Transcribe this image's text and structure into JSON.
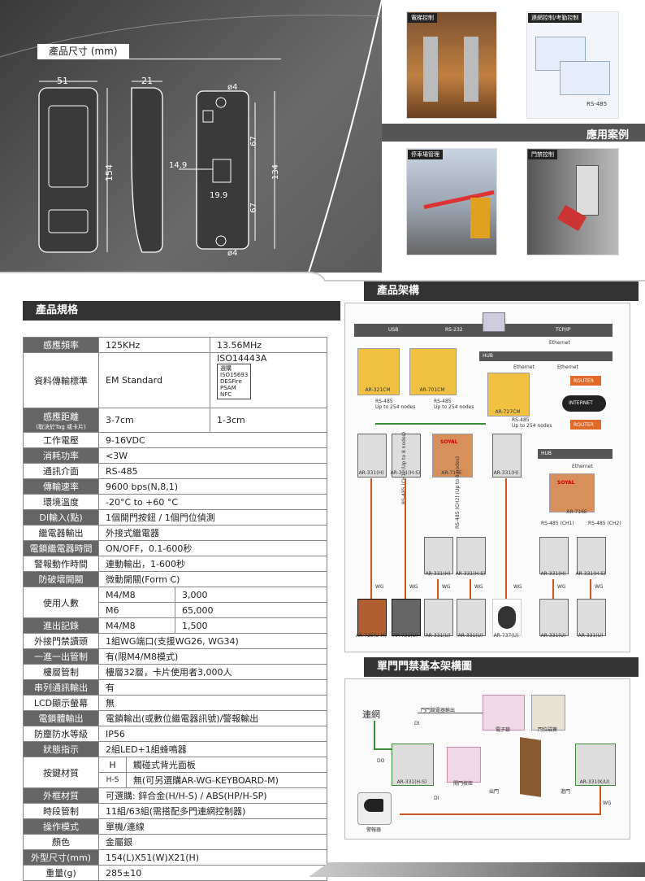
{
  "dimensions": {
    "section_title": "產品尺寸 (mm)",
    "labels": {
      "w51": "51",
      "w21": "21",
      "h154": "154",
      "d4a": "ø4",
      "d4b": "ø4",
      "h67a": "67",
      "h67b": "67",
      "h134": "134",
      "x149": "14.9",
      "y199": "19.9"
    }
  },
  "applications": {
    "title": "應用案例",
    "cards": [
      {
        "label": "電梯控制"
      },
      {
        "label": "連網控制/考勤控制",
        "sub": "RS-485"
      },
      {
        "label": "停車場管理"
      },
      {
        "label": "門禁控制"
      }
    ]
  },
  "spec": {
    "title": "產品規格",
    "rows": [
      {
        "label": "感應頻率",
        "dark": true,
        "c1": "125KHz",
        "c2": "13.56MHz"
      },
      {
        "label": "資料傳輸標準",
        "dark": false,
        "c1": "EM Standard",
        "c2a": "ISO14443A",
        "c2box": [
          "選購",
          "ISO15693",
          "DESFire",
          "PSAM",
          "NFC"
        ]
      },
      {
        "label": "感應距離",
        "label_sub": "(取決於Tag 或卡片)",
        "dark": true,
        "c1": "3-7cm",
        "c2": "1-3cm"
      },
      {
        "label": "工作電壓",
        "dark": false,
        "v": "9-16VDC"
      },
      {
        "label": "消耗功率",
        "dark": true,
        "v": "<3W"
      },
      {
        "label": "通訊介面",
        "dark": false,
        "v": "RS-485"
      },
      {
        "label": "傳輸速率",
        "dark": true,
        "v": "9600 bps(N,8,1)"
      },
      {
        "label": "環境溫度",
        "dark": false,
        "v": "-20°C to +60 °C"
      },
      {
        "label": "DI輸入(點)",
        "dark": true,
        "v": "1個開門按鈕 / 1個門位偵測"
      },
      {
        "label": "繼電器輸出",
        "dark": false,
        "v": "外接式繼電器"
      },
      {
        "label": "電鎖繼電器時間",
        "dark": true,
        "v": "ON/OFF，0.1-600秒"
      },
      {
        "label": "警報動作時間",
        "dark": false,
        "v": "連動輸出，1-600秒"
      },
      {
        "label": "防破壞開關",
        "dark": true,
        "v": "微動開關(Form C)"
      }
    ],
    "users": {
      "label": "使用人數",
      "rows": [
        [
          "M4/M8",
          "3,000"
        ],
        [
          "M6",
          "65,000"
        ]
      ]
    },
    "records": {
      "label": "進出記錄",
      "model": "M4/M8",
      "v": "1,500"
    },
    "rows2": [
      {
        "label": "外接門禁讀頭",
        "dark": false,
        "v": "1組WG端口(支援WG26, WG34)"
      },
      {
        "label": "一進一出管制",
        "dark": true,
        "v": "有(限M4/M8模式)"
      },
      {
        "label": "樓層管制",
        "dark": false,
        "v": "樓層32層，卡片使用者3,000人"
      },
      {
        "label": "串列通訊輸出",
        "dark": true,
        "v": "有"
      },
      {
        "label": "LCD顯示螢幕",
        "dark": false,
        "v": "無"
      },
      {
        "label": "電鎖體輸出",
        "dark": true,
        "v": "電鎖輸出(或數位繼電器訊號)/警報輸出"
      },
      {
        "label": "防塵防水等級",
        "dark": false,
        "v": "IP56"
      },
      {
        "label": "狀態指示",
        "dark": true,
        "v": "2組LED+1組蜂鳴器"
      }
    ],
    "keypad": {
      "label": "按鍵材質",
      "rows": [
        [
          "H",
          "觸碰式背光面板"
        ],
        [
          "H-S",
          "無(可另選購AR-WG-KEYBOARD-M)"
        ]
      ]
    },
    "rows3": [
      {
        "label": "外框材質",
        "dark": true,
        "v": "可選購: 鋅合金(H/H-S) / ABS(HP/H-SP)"
      },
      {
        "label": "時段管制",
        "dark": false,
        "v": "11組/63組(需搭配多門連網控制器)"
      },
      {
        "label": "操作模式",
        "dark": true,
        "v": "單機/連線"
      },
      {
        "label": "顏色",
        "dark": false,
        "v": "金屬銀"
      },
      {
        "label": "外型尺寸(mm)",
        "dark": true,
        "v": "154(L)X51(W)X21(H)"
      },
      {
        "label": "重量(g)",
        "dark": false,
        "v": "285±10"
      }
    ]
  },
  "architecture": {
    "title": "產品架構",
    "usb": "USB",
    "rs232": "RS-232",
    "tcpip": "TCP/IP",
    "ethernet": "Ethernet",
    "hub": "HUB",
    "router": "ROUTER",
    "internet": "INTERNET",
    "conv": [
      "AR-321CM",
      "AR-701CM",
      "AR-727CM"
    ],
    "rs485_254": "RS-485\nUp to 254 nodes",
    "readers_top": [
      "AR-331(H)",
      "AR-331(H-S)",
      "AR-716E",
      "AR-331(H)"
    ],
    "ch1": "RS-485 (CH1) (Up to 8 nodes)",
    "ch2": "RS-485 (CH2) (Up to 8 nodes)",
    "mid": [
      "AR-331(H)",
      "AR-331(H-S)"
    ],
    "right": [
      "AR-716E",
      "RS-485 (CH1)",
      "RS-485 (CH2)",
      "AR-331(H)",
      "AR-331(H-S)"
    ],
    "wg": "WG",
    "bottom": [
      "AR-725(U-M)",
      "AR-721(U)",
      "AR-331(U)",
      "AR-331(U)",
      "AR-737(U)",
      "AR-331(U)",
      "AR-331(U)"
    ],
    "soyal": "SOYAL"
  },
  "single_door": {
    "title": "單門門禁基本架構圖",
    "network": "連網",
    "door_sensor_out": "門門鎖電器輸出",
    "elock": "電子鎖",
    "door_pos": "門位磁簧",
    "di": "DI",
    "do": "DO",
    "reader": "AR-331(H-S)",
    "button": "開門按鈕",
    "reader_r": "AR-331(K/U)",
    "exit": "出門",
    "enter": "進門",
    "wg": "WG",
    "alarm": "警報器"
  }
}
